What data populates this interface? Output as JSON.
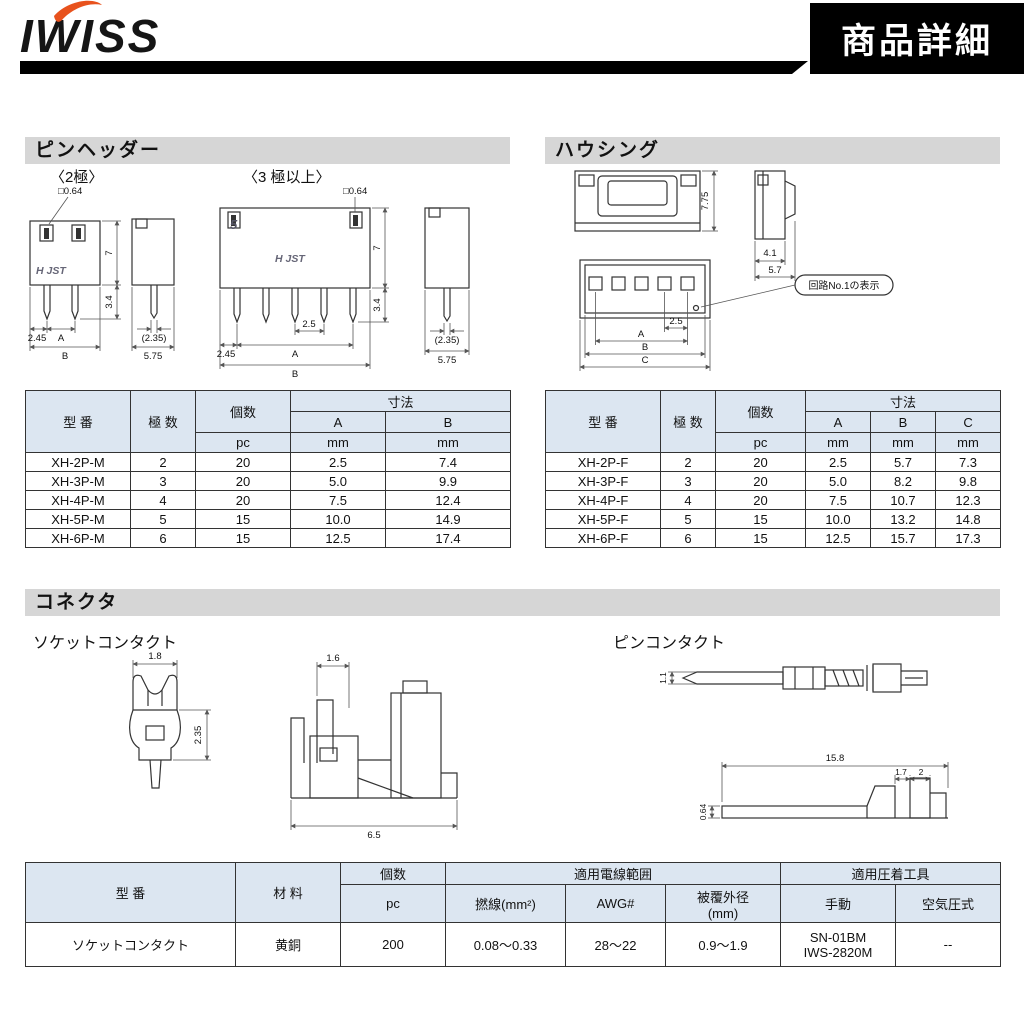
{
  "header": {
    "logo_text": "IWISS",
    "page_title": "商品詳細"
  },
  "colors": {
    "accent_orange": "#e8521d",
    "header_bar": "#000000",
    "section_bar_bg": "#d6d6d6",
    "table_header_bg": "#dce6f1"
  },
  "pin_header": {
    "section_title": "ピンヘッダー",
    "label_2pole": "〈2極〉",
    "label_3pole": "〈3 極以上〉",
    "drawing": {
      "brand": "H JST",
      "pole_number": "5",
      "pin_square": "□0.64",
      "body_height": "7",
      "pin_length": "3.4",
      "edge_to_pin": "2.45",
      "pitch": "2.5",
      "dim_a": "A",
      "dim_b": "B",
      "side_pin": "(2.35)",
      "side_width": "5.75"
    },
    "table": {
      "col_model": "型 番",
      "col_poles": "極 数",
      "col_qty": "個数",
      "col_dim": "寸法",
      "unit_pc": "pc",
      "col_a": "A",
      "col_b": "B",
      "unit_mm": "mm",
      "rows": [
        [
          "XH-2P-M",
          "2",
          "20",
          "2.5",
          "7.4"
        ],
        [
          "XH-3P-M",
          "3",
          "20",
          "5.0",
          "9.9"
        ],
        [
          "XH-4P-M",
          "4",
          "20",
          "7.5",
          "12.4"
        ],
        [
          "XH-5P-M",
          "5",
          "15",
          "10.0",
          "14.9"
        ],
        [
          "XH-6P-M",
          "6",
          "15",
          "12.5",
          "17.4"
        ]
      ]
    }
  },
  "housing": {
    "section_title": "ハウシング",
    "drawing": {
      "height": "7.75",
      "depth1": "4.1",
      "depth2": "5.7",
      "pitch": "2.5",
      "dim_a": "A",
      "dim_b": "B",
      "dim_c": "C",
      "circuit_note": "回路No.1の表示"
    },
    "table": {
      "col_model": "型 番",
      "col_poles": "極 数",
      "col_qty": "個数",
      "col_dim": "寸法",
      "unit_pc": "pc",
      "col_a": "A",
      "col_b": "B",
      "col_c": "C",
      "unit_mm": "mm",
      "rows": [
        [
          "XH-2P-F",
          "2",
          "20",
          "2.5",
          "5.7",
          "7.3"
        ],
        [
          "XH-3P-F",
          "3",
          "20",
          "5.0",
          "8.2",
          "9.8"
        ],
        [
          "XH-4P-F",
          "4",
          "20",
          "7.5",
          "10.7",
          "12.3"
        ],
        [
          "XH-5P-F",
          "5",
          "15",
          "10.0",
          "13.2",
          "14.8"
        ],
        [
          "XH-6P-F",
          "6",
          "15",
          "12.5",
          "15.7",
          "17.3"
        ]
      ]
    }
  },
  "connector": {
    "section_title": "コネクタ",
    "socket_label": "ソケットコンタクト",
    "pin_label": "ピンコンタクト",
    "drawing": {
      "socket_width": "1.8",
      "socket_height": "2.35",
      "socket_slot": "1.6",
      "socket_length": "6.5",
      "pin_dia": "1.1",
      "pin_length": "15.8",
      "pin_d1": "1.7",
      "pin_d2": "2",
      "pin_thickness": "0.64"
    },
    "table": {
      "col_model": "型 番",
      "col_material": "材 料",
      "col_qty": "個数",
      "unit_pc": "pc",
      "col_wire_range": "適用電線範囲",
      "col_strand": "撚線(mm²)",
      "col_awg": "AWG#",
      "col_od1": "被覆外径",
      "col_od2": "(mm)",
      "col_tools": "適用圧着工具",
      "col_manual": "手動",
      "col_pneumatic": "空気圧式",
      "row": {
        "model": "ソケットコンタクト",
        "material": "黄銅",
        "qty": "200",
        "strand": "0.08〜0.33",
        "awg": "28〜22",
        "od": "0.9〜1.9",
        "manual1": "SN-01BM",
        "manual2": "IWS-2820M",
        "pneumatic": "--"
      }
    }
  }
}
